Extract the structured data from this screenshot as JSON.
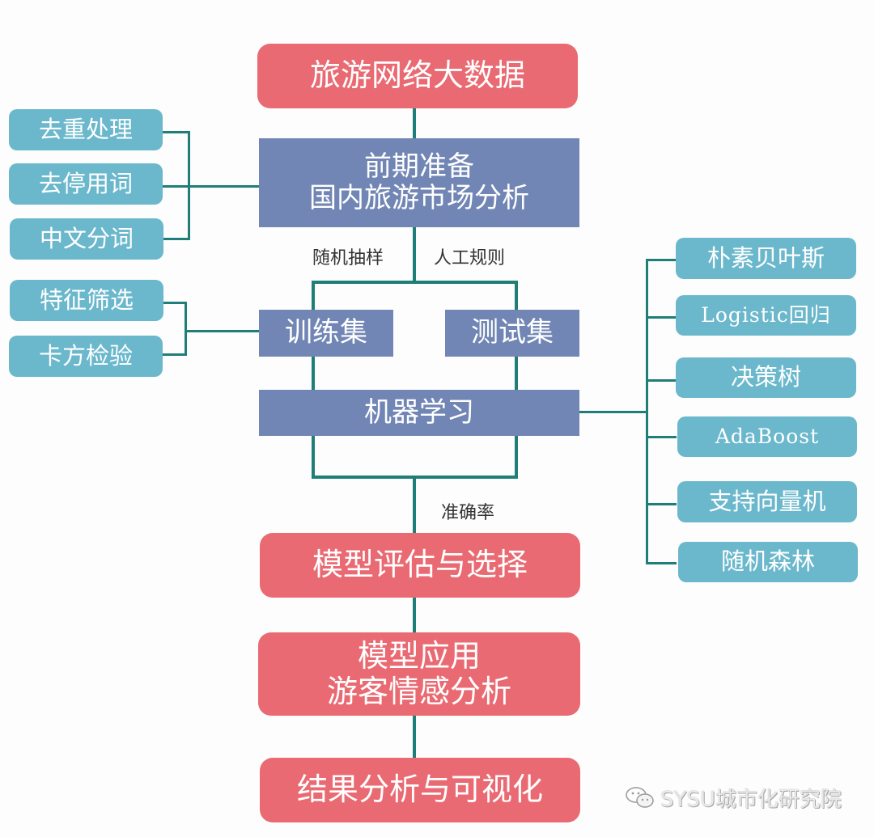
{
  "flow": {
    "source": "旅游网络大数据",
    "prep": {
      "line1": "前期准备",
      "line2": "国内旅游市场分析"
    },
    "split_labels": {
      "left": "随机抽样",
      "right": "人工规则"
    },
    "train_set": "训练集",
    "test_set": "测试集",
    "ml": "机器学习",
    "accuracy_label": "准确率",
    "evaluate": "模型评估与选择",
    "apply": {
      "line1": "模型应用",
      "line2": "游客情感分析"
    },
    "result": "结果分析与可视化"
  },
  "preprocess": [
    "去重处理",
    "去停用词",
    "中文分词"
  ],
  "features": [
    "特征筛选",
    "卡方检验"
  ],
  "algorithms": [
    "朴素贝叶斯",
    "Logistic回归",
    "决策树",
    "AdaBoost",
    "支持向量机",
    "随机森林"
  ],
  "watermark": "SYSU城市化研究院",
  "colors": {
    "primary_red": "#e96a72",
    "process_blue": "#7186b4",
    "option_teal": "#6bb8cc",
    "connector": "#1f7e78"
  }
}
